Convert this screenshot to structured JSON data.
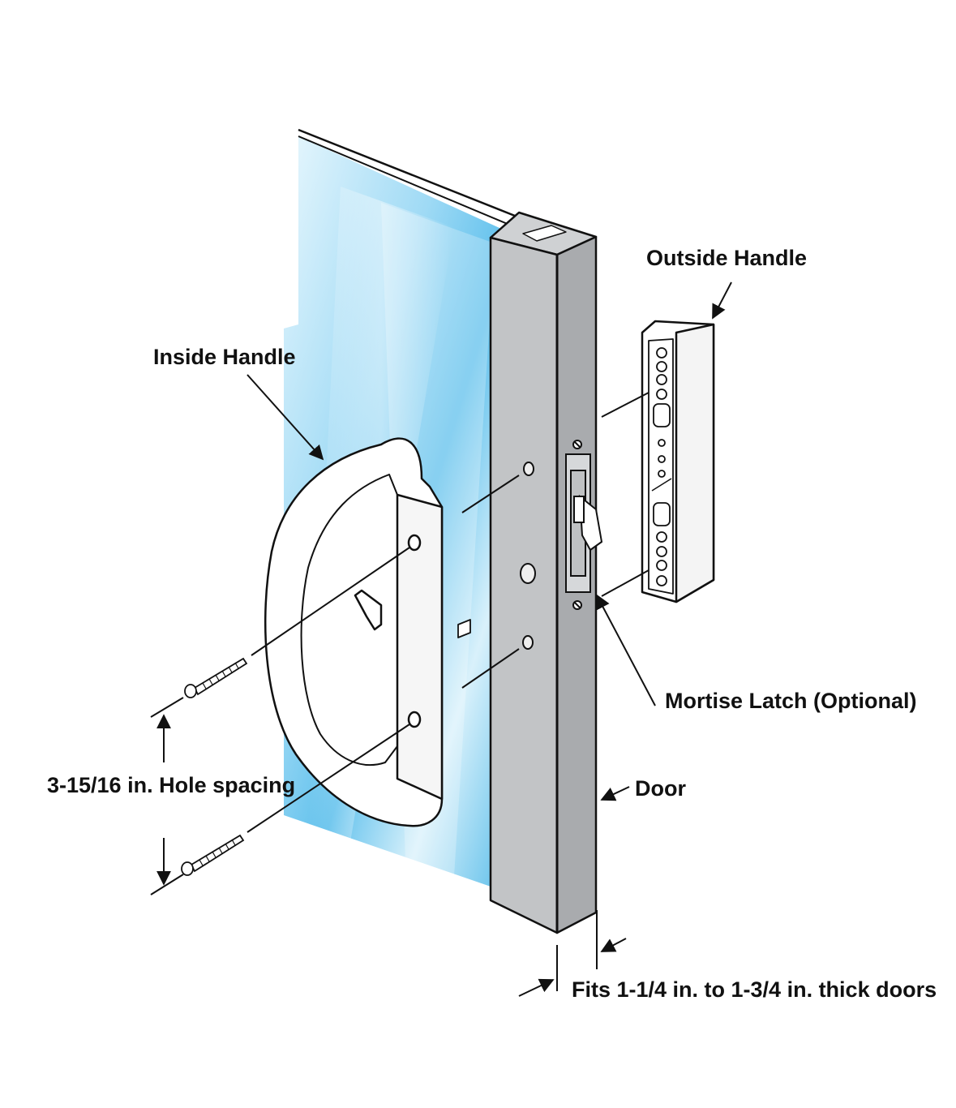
{
  "labels": {
    "outside_handle": "Outside Handle",
    "inside_handle": "Inside Handle",
    "mortise_latch": "Mortise Latch (Optional)",
    "hole_spacing": "3-15/16 in. Hole spacing",
    "door": "Door",
    "thickness": "Fits 1-1/4 in. to 1-3/4 in. thick doors"
  },
  "colors": {
    "glass_light": "#e6f6fd",
    "glass_mid": "#8fd3f2",
    "glass_deep": "#3fb2e6",
    "door_front": "#c2c4c6",
    "door_side": "#a9abae",
    "door_top": "#d0d2d4",
    "line": "#111111",
    "handle": "#ffffff"
  }
}
